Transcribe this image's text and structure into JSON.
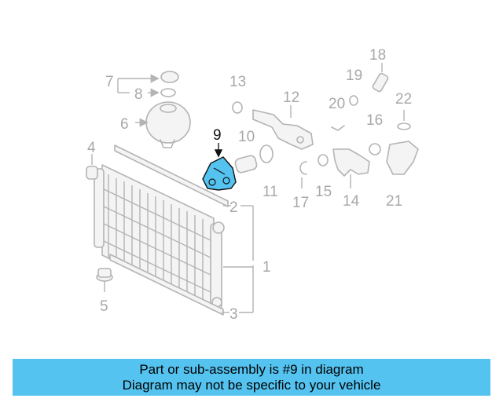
{
  "labels": {
    "l1": "1",
    "l2": "2",
    "l3": "3",
    "l4": "4",
    "l5": "5",
    "l6": "6",
    "l7": "7",
    "l8": "8",
    "l9": "9",
    "l10": "10",
    "l11": "11",
    "l12": "12",
    "l13": "13",
    "l14": "14",
    "l15": "15",
    "l16": "16",
    "l17": "17",
    "l18": "18",
    "l19": "19",
    "l20": "20",
    "l21": "21",
    "l22": "22"
  },
  "highlight_color": "#55c3f0",
  "banner": {
    "line1": "Part or sub-assembly is #9 in diagram",
    "line2": "Diagram may not be specific to your vehicle"
  }
}
